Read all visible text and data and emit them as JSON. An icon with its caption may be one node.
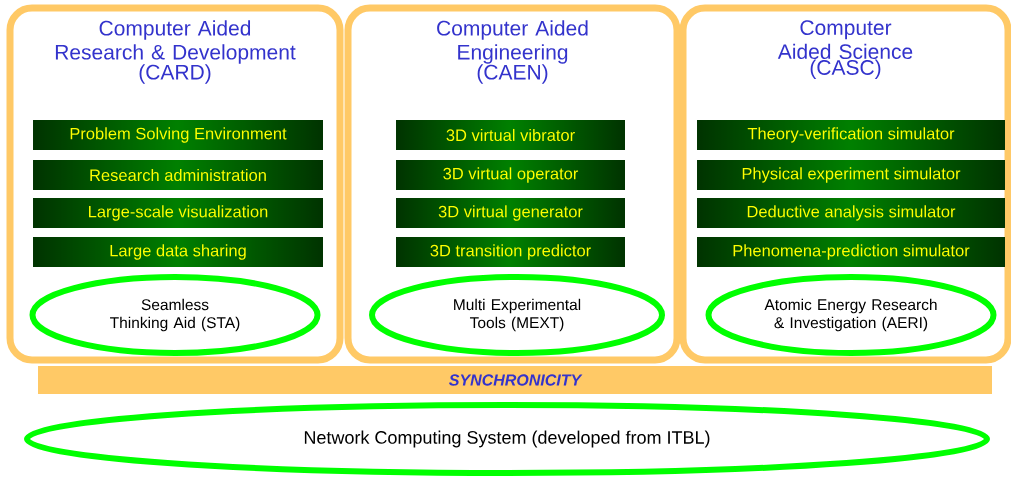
{
  "diagram": {
    "nodes": [
      {
        "text": [
          "Computer Aided Research & Development",
          "(CARD)"
        ]
      },
      {
        "text": [
          "Problem Solving Environment"
        ],
        "in": 0
      },
      {
        "text": [
          "Research administration"
        ],
        "in": 0
      },
      {
        "text": [
          "Large-scale visualization"
        ],
        "in": 0
      },
      {
        "text": [
          "Large data sharing"
        ],
        "in": 0
      },
      {
        "text": [
          "Seamless Thinking Aid (STA)"
        ],
        "in": 0
      },
      {
        "text": [
          "Computer Aided Engineering",
          "(CAEN)"
        ]
      },
      {
        "text": [
          "3D virtual vibrator"
        ],
        "in": 6
      },
      {
        "text": [
          "3D virtual operator"
        ],
        "in": 6
      },
      {
        "text": [
          "3D virtual generator"
        ],
        "in": 6
      },
      {
        "text": [
          "3D  transition predictor"
        ],
        "in": 6
      },
      {
        "text": [
          "Multi Experimental Tools (MEXT)"
        ],
        "in": 6
      },
      {
        "text": [
          "Computer Aided Science",
          "(CASC)"
        ]
      },
      {
        "text": [
          "Theory-verification simulator"
        ],
        "in": 12
      },
      {
        "text": [
          "Physical experiment simulator"
        ],
        "in": 12
      },
      {
        "text": [
          "Deductive analysis simulator"
        ],
        "in": 12
      },
      {
        "text": [
          "Phenomena-prediction simulator"
        ],
        "in": 12
      },
      {
        "text": [
          "Atomic Energy Research & Investigation (AERI)"
        ],
        "in": 12
      },
      {
        "text": [
          "SYNCHRONICITY"
        ]
      },
      {
        "text": [
          "Network Computing System (developed from ITBL)"
        ]
      }
    ]
  }
}
